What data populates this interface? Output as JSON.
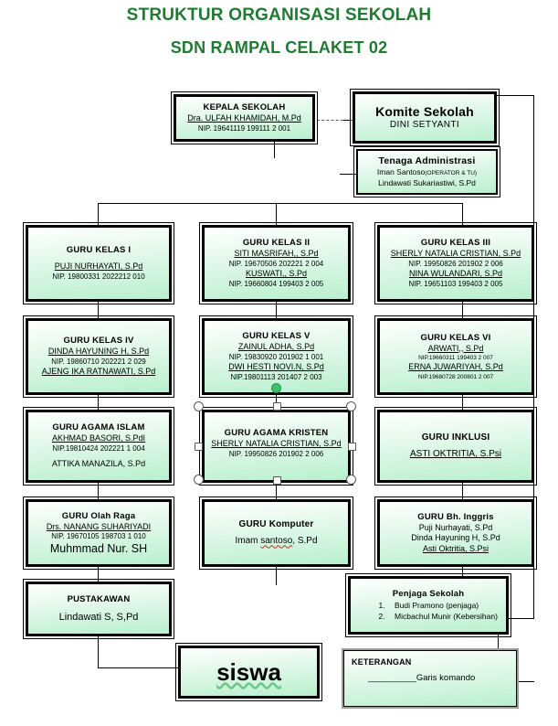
{
  "header": {
    "title_line1": "STRUKTUR ORGANISASI SEKOLAH",
    "title_line2": "SDN RAMPAL CELAKET 02",
    "title_color": "#1f7a33"
  },
  "legend": {
    "title": "KETERANGAN",
    "line_sample": "__________",
    "line_label": "Garis komando"
  },
  "nodes": {
    "kepala_sekolah": {
      "title": "KEPALA SEKOLAH",
      "name": "Dra. ULFAH KHAMIDAH, M.Pd",
      "nip": "NIP. 19641119 199111 2 001"
    },
    "komite_sekolah": {
      "title": "Komite Sekolah",
      "name": "DINI SETYANTI"
    },
    "tenaga_administrasi": {
      "title": "Tenaga Administrasi",
      "name1": "Iman Santoso",
      "name1_note": "(OPERATOR & TU)",
      "name2": "Lindawati Sukariastiwi, S.Pd"
    },
    "guru_kelas_1": {
      "title": "GURU KELAS I",
      "name1": "PUJI NURHAYATI, S.Pd",
      "nip1": "NIP. 19800331 2022212 010"
    },
    "guru_kelas_2": {
      "title": "GURU KELAS II",
      "name1": "SITI MASRIFAH,, S.Pd",
      "nip1": "NIP. 19670506 202221 2 004",
      "name2": "KUSWATI,, S.Pd",
      "nip2": "NIP. 19660804 199403 2 005"
    },
    "guru_kelas_3": {
      "title": "GURU KELAS III",
      "name1": "SHERLY NATALIA CRISTIAN, S.Pd",
      "nip1": "NIP. 19950826 201902 2 006",
      "name2": "NINA WULANDARI, S.Pd",
      "nip2": "NIP. 19651103 199403 2 005"
    },
    "guru_kelas_4": {
      "title": "GURU KELAS IV",
      "name1": "DINDA HAYUNING H, S.Pd",
      "nip1": "NIP. 19860710 202221 2 029",
      "name2": "AJENG IKA RATNAWATI, S.Pd"
    },
    "guru_kelas_5": {
      "title": "GURU KELAS V",
      "name1": "ZAINUL ADHA, S.Pd",
      "nip1": "NIP. 19830920 201902 1 001",
      "name2": "DWI HESTI NOVI.N, S.Pd",
      "nip2": "NIP.19801113 201407 2 003"
    },
    "guru_kelas_6": {
      "title": "GURU KELAS VI",
      "name1": "ARWATI,, S.Pd",
      "nip1": "NIP.19660311 199403 2 007",
      "name2": "ERNA JUWARIYAH, S.Pd",
      "nip2": "NIP.19680728  200801 2 007"
    },
    "guru_agama_islam": {
      "title": "GURU AGAMA ISLAM",
      "name1": "AKHMAD BASORI, S.PdI",
      "nip1": "NIP.19810424 202221 1 004",
      "name2": "ATTIKA MANAZILA, S.Pd"
    },
    "guru_agama_kristen": {
      "title": "GURU AGAMA KRISTEN",
      "name1": "SHERLY NATALIA CRISTIAN, S.Pd",
      "nip1": "NIP. 19950826 201902 2 006",
      "selected": true
    },
    "guru_inklusi": {
      "title": "GURU INKLUSI",
      "name1": "ASTI OKTRITIA, S.Psi"
    },
    "guru_olah_raga": {
      "title": "GURU Olah Raga",
      "name1": "Drs. NANANG SUHARIYADI",
      "nip1": "NIP. 19670105 198703 1 010",
      "name2": "Muhmmad Nur. SH"
    },
    "guru_komputer": {
      "title": "GURU Komputer",
      "name1_a": "Imam ",
      "name1_b": "santoso",
      "name1_c": ", S.Pd"
    },
    "guru_bh_inggris": {
      "title": "GURU Bh. Inggris",
      "name1": "Puji Nurhayati, S.Pd",
      "name2": "Dinda Hayuning H, S.Pd",
      "name3": "Asti Oktritia, S.Psi"
    },
    "pustakawan": {
      "title": "PUSTAKAWAN",
      "name1": "Lindawati S, S,Pd"
    },
    "penjaga_sekolah": {
      "title": "Penjaga Sekolah",
      "items": [
        "Budi Pramono (penjaga)",
        "Micbachul Munir (Kebersihan)"
      ]
    },
    "siswa": {
      "title": "siswa"
    }
  }
}
